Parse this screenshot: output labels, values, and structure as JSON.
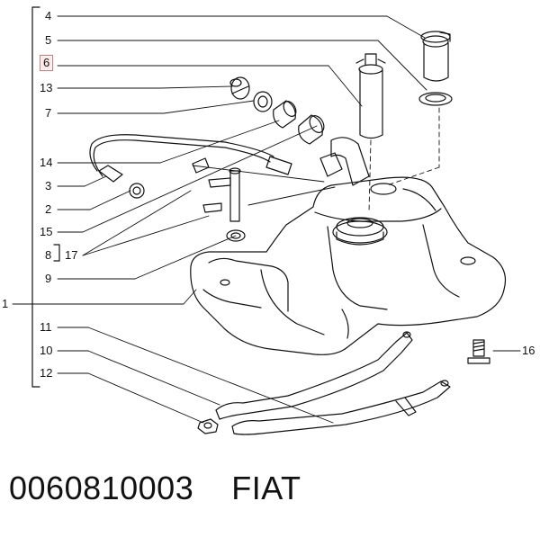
{
  "callouts": [
    {
      "id": "c4",
      "text": "4"
    },
    {
      "id": "c5",
      "text": "5"
    },
    {
      "id": "c6",
      "text": "6",
      "highlight": true
    },
    {
      "id": "c13",
      "text": "13"
    },
    {
      "id": "c7",
      "text": "7"
    },
    {
      "id": "c14",
      "text": "14"
    },
    {
      "id": "c3",
      "text": "3"
    },
    {
      "id": "c2",
      "text": "2"
    },
    {
      "id": "c15",
      "text": "15"
    },
    {
      "id": "c8",
      "text": "8"
    },
    {
      "id": "c17",
      "text": "17"
    },
    {
      "id": "c9",
      "text": "9"
    },
    {
      "id": "c1",
      "text": "1"
    },
    {
      "id": "c11",
      "text": "11"
    },
    {
      "id": "c10",
      "text": "10"
    },
    {
      "id": "c12",
      "text": "12"
    },
    {
      "id": "c16",
      "text": "16"
    }
  ],
  "footer": {
    "part_number": "0060810003",
    "brand": "FIAT"
  },
  "colors": {
    "ink": "#111111",
    "highlight_border": "#e57373",
    "highlight_fill": "#fde8e8"
  }
}
